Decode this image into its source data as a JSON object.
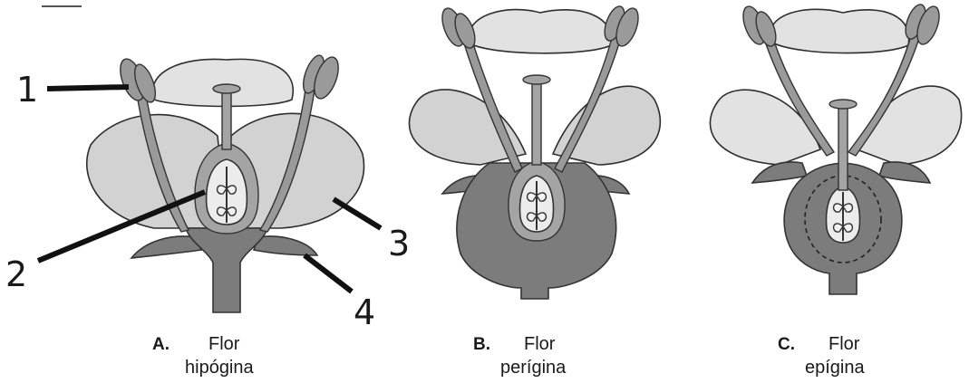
{
  "labels": {
    "one": "1",
    "two": "2",
    "three": "3",
    "four": "4"
  },
  "flowers": [
    {
      "letter": "A.",
      "line1": "Flor",
      "line2": "hipógina"
    },
    {
      "letter": "B.",
      "line1": "Flor",
      "line2": "perígina"
    },
    {
      "letter": "C.",
      "line1": "Flor",
      "line2": "epígina"
    }
  ]
}
